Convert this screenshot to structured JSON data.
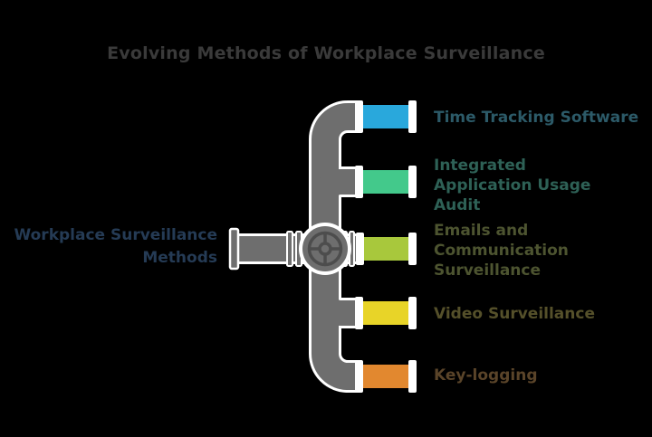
{
  "title": "Evolving Methods of Workplace Surveillance",
  "title_color": "#3a3a3a",
  "background": "#000000",
  "source_node": {
    "label": "Workplace Surveillance Methods",
    "text_color": "#253b55"
  },
  "branches": [
    {
      "label": "Time Tracking Software",
      "pipe_color": "#29a8dc",
      "text_color": "#2c5a68"
    },
    {
      "label": "Integrated Application Usage Audit",
      "pipe_color": "#43c98b",
      "text_color": "#2e6156"
    },
    {
      "label": "Emails and Communication Surveillance",
      "pipe_color": "#a8c83c",
      "text_color": "#4d5430"
    },
    {
      "label": "Video Surveillance",
      "pipe_color": "#e8d428",
      "text_color": "#55502a"
    },
    {
      "label": "Key-logging",
      "pipe_color": "#e2882f",
      "text_color": "#5a4429"
    }
  ],
  "pipe_colors": {
    "body": "#6e6e6e",
    "detail": "#4d4d4d",
    "casing": "#ffffff"
  }
}
